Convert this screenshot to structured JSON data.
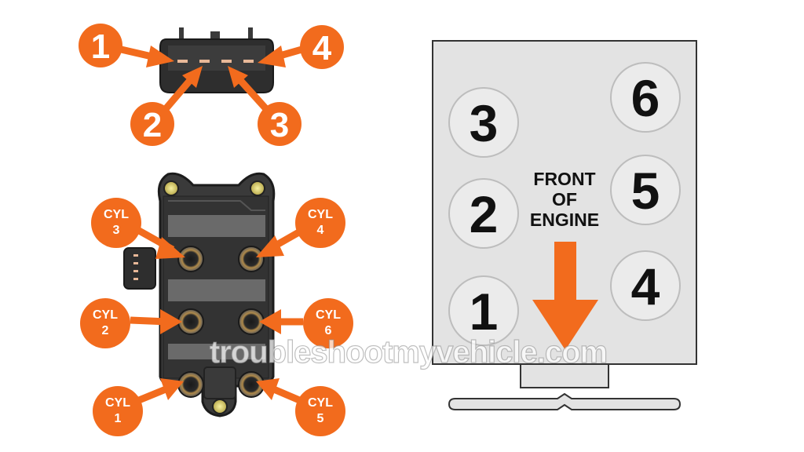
{
  "colors": {
    "accent": "#f26b1d",
    "coil_body": "#3d3d3d",
    "coil_panel": "#6a6a6a",
    "block_fill": "#e3e3e3",
    "cyl_circle": "#ebebeb",
    "tower": "#b08a4a"
  },
  "connector": {
    "pins": [
      {
        "label": "1"
      },
      {
        "label": "2"
      },
      {
        "label": "3"
      },
      {
        "label": "4"
      }
    ]
  },
  "coil_pack": {
    "callouts": [
      {
        "line1": "CYL",
        "line2": "3"
      },
      {
        "line1": "CYL",
        "line2": "4"
      },
      {
        "line1": "CYL",
        "line2": "2"
      },
      {
        "line1": "CYL",
        "line2": "6"
      },
      {
        "line1": "CYL",
        "line2": "1"
      },
      {
        "line1": "CYL",
        "line2": "5"
      }
    ]
  },
  "engine": {
    "cylinders": [
      "3",
      "2",
      "1",
      "6",
      "5",
      "4"
    ],
    "front_label": [
      "FRONT",
      "OF",
      "ENGINE"
    ]
  },
  "watermark": "troubleshootmyvehicle.com"
}
